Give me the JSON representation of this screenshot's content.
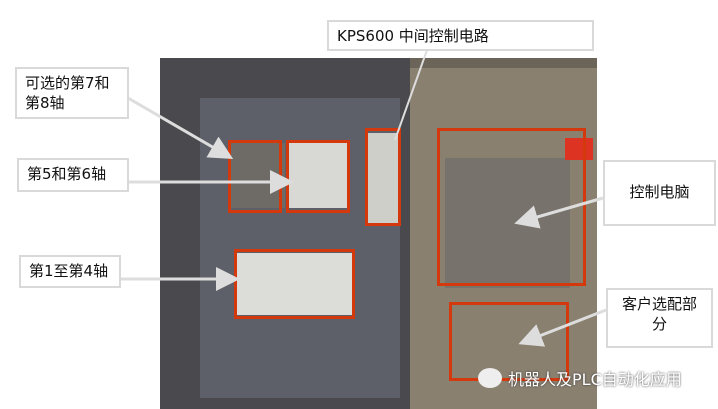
{
  "labels": {
    "kps600": "KPS600 中间控制电路",
    "axis78": "可选的第7和第8轴",
    "axis56": "第5和第6轴",
    "axis14": "第1至第4轴",
    "control_pc": "控制电脑",
    "customer_option": "客户选配部分"
  },
  "watermark": "机器人及PLC自动化应用",
  "colors": {
    "highlight": "#d4380d",
    "label_border": "#d9d9d9"
  }
}
